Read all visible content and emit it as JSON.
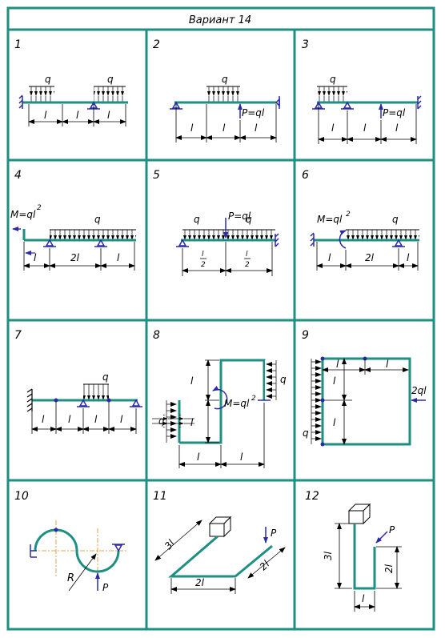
{
  "title": "Вариант 14",
  "cells": [
    {
      "number": "1",
      "labels": {
        "q1": "q",
        "q2": "q",
        "l1": "l",
        "l2": "l",
        "l3": "l"
      }
    },
    {
      "number": "2",
      "labels": {
        "q": "q",
        "P": "P=ql",
        "l1": "l",
        "l2": "l",
        "l3": "l"
      }
    },
    {
      "number": "3",
      "labels": {
        "q": "q",
        "P": "P=ql",
        "l1": "l",
        "l2": "l",
        "l3": "l"
      }
    },
    {
      "number": "4",
      "labels": {
        "M": "M=ql",
        "M_exp": "2",
        "q": "q",
        "l1": "l",
        "l2": "2l",
        "l3": "l"
      }
    },
    {
      "number": "5",
      "labels": {
        "q1": "q",
        "P": "P=ql",
        "q2": "q",
        "frac1_num": "l",
        "frac1_den": "2",
        "frac2_num": "l",
        "frac2_den": "2"
      }
    },
    {
      "number": "6",
      "labels": {
        "M": "M=ql",
        "M_exp": "2",
        "q": "q",
        "l1": "l",
        "l2": "2l",
        "l3": "l"
      }
    },
    {
      "number": "7",
      "labels": {
        "q": "q",
        "l1": "l",
        "l2": "l",
        "l3": "l",
        "l4": "l"
      }
    },
    {
      "number": "8",
      "labels": {
        "l_left_top": "l",
        "l_left_bottom": "l",
        "M": "M=ql",
        "M_exp": "2",
        "q_left": "q",
        "q_right": "q",
        "l_b1": "l",
        "l_b2": "l"
      }
    },
    {
      "number": "9",
      "labels": {
        "l_top1": "l",
        "l_top2": "l",
        "l_v1": "l",
        "l_v2": "l",
        "force": "2ql",
        "q": "q"
      }
    },
    {
      "number": "10",
      "labels": {
        "R": "R",
        "P": "P"
      }
    },
    {
      "number": "11",
      "labels": {
        "d1": "3l",
        "d2": "2l",
        "d3": "2l",
        "P": "P"
      }
    },
    {
      "number": "12",
      "labels": {
        "d1": "3l",
        "d2": "2l",
        "d3": "l",
        "P": "P"
      }
    }
  ],
  "colors": {
    "border": "#1e8f82",
    "beam": "#1e8f82",
    "support": "#2a2aa8",
    "line": "#000000"
  }
}
